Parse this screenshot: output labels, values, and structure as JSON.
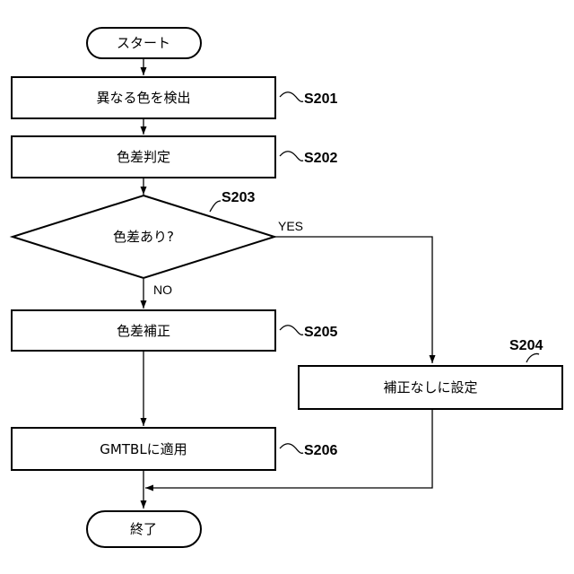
{
  "nodes": {
    "start": "スタート",
    "s201": "異なる色を検出",
    "s202": "色差判定",
    "s203": "色差あり?",
    "s205": "色差補正",
    "s204": "補正なしに設定",
    "s206": "GMTBLに適用",
    "end": "終了"
  },
  "step_ids": {
    "s201": "S201",
    "s202": "S202",
    "s203": "S203",
    "s204": "S204",
    "s205": "S205",
    "s206": "S206"
  },
  "branches": {
    "yes": "YES",
    "no": "NO"
  }
}
